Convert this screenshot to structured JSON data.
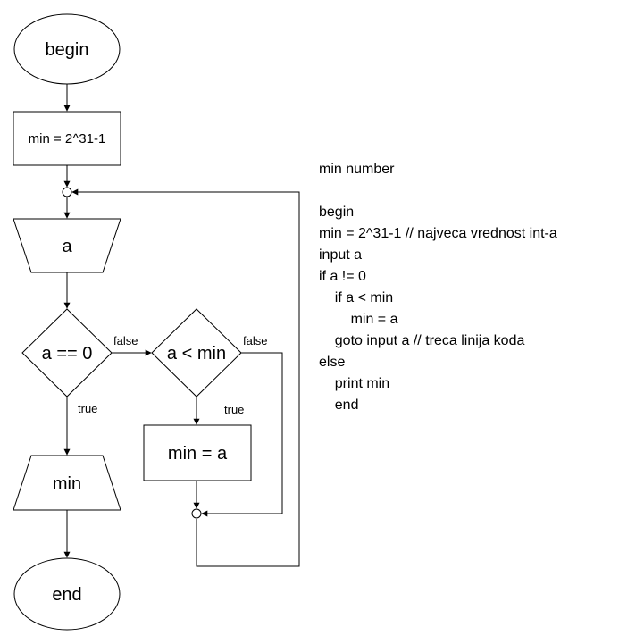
{
  "diagram": {
    "nodes": {
      "begin": "begin",
      "init": "min = 2^31-1",
      "input": "a",
      "check_zero": "a == 0",
      "check_min": "a < min",
      "assign": "min = a",
      "output": "min",
      "end": "end"
    },
    "edge_labels": {
      "zero_false": "false",
      "zero_true": "true",
      "min_false": "false",
      "min_true": "true"
    }
  },
  "code": {
    "title": "min number",
    "separator": "___________",
    "lines": [
      "begin",
      "min = 2^31-1 // najveca vrednost int-a",
      "input a",
      "if a != 0",
      "    if a < min",
      "        min = a",
      "    goto input a // treca linija koda",
      "else",
      "    print min",
      "    end"
    ]
  }
}
